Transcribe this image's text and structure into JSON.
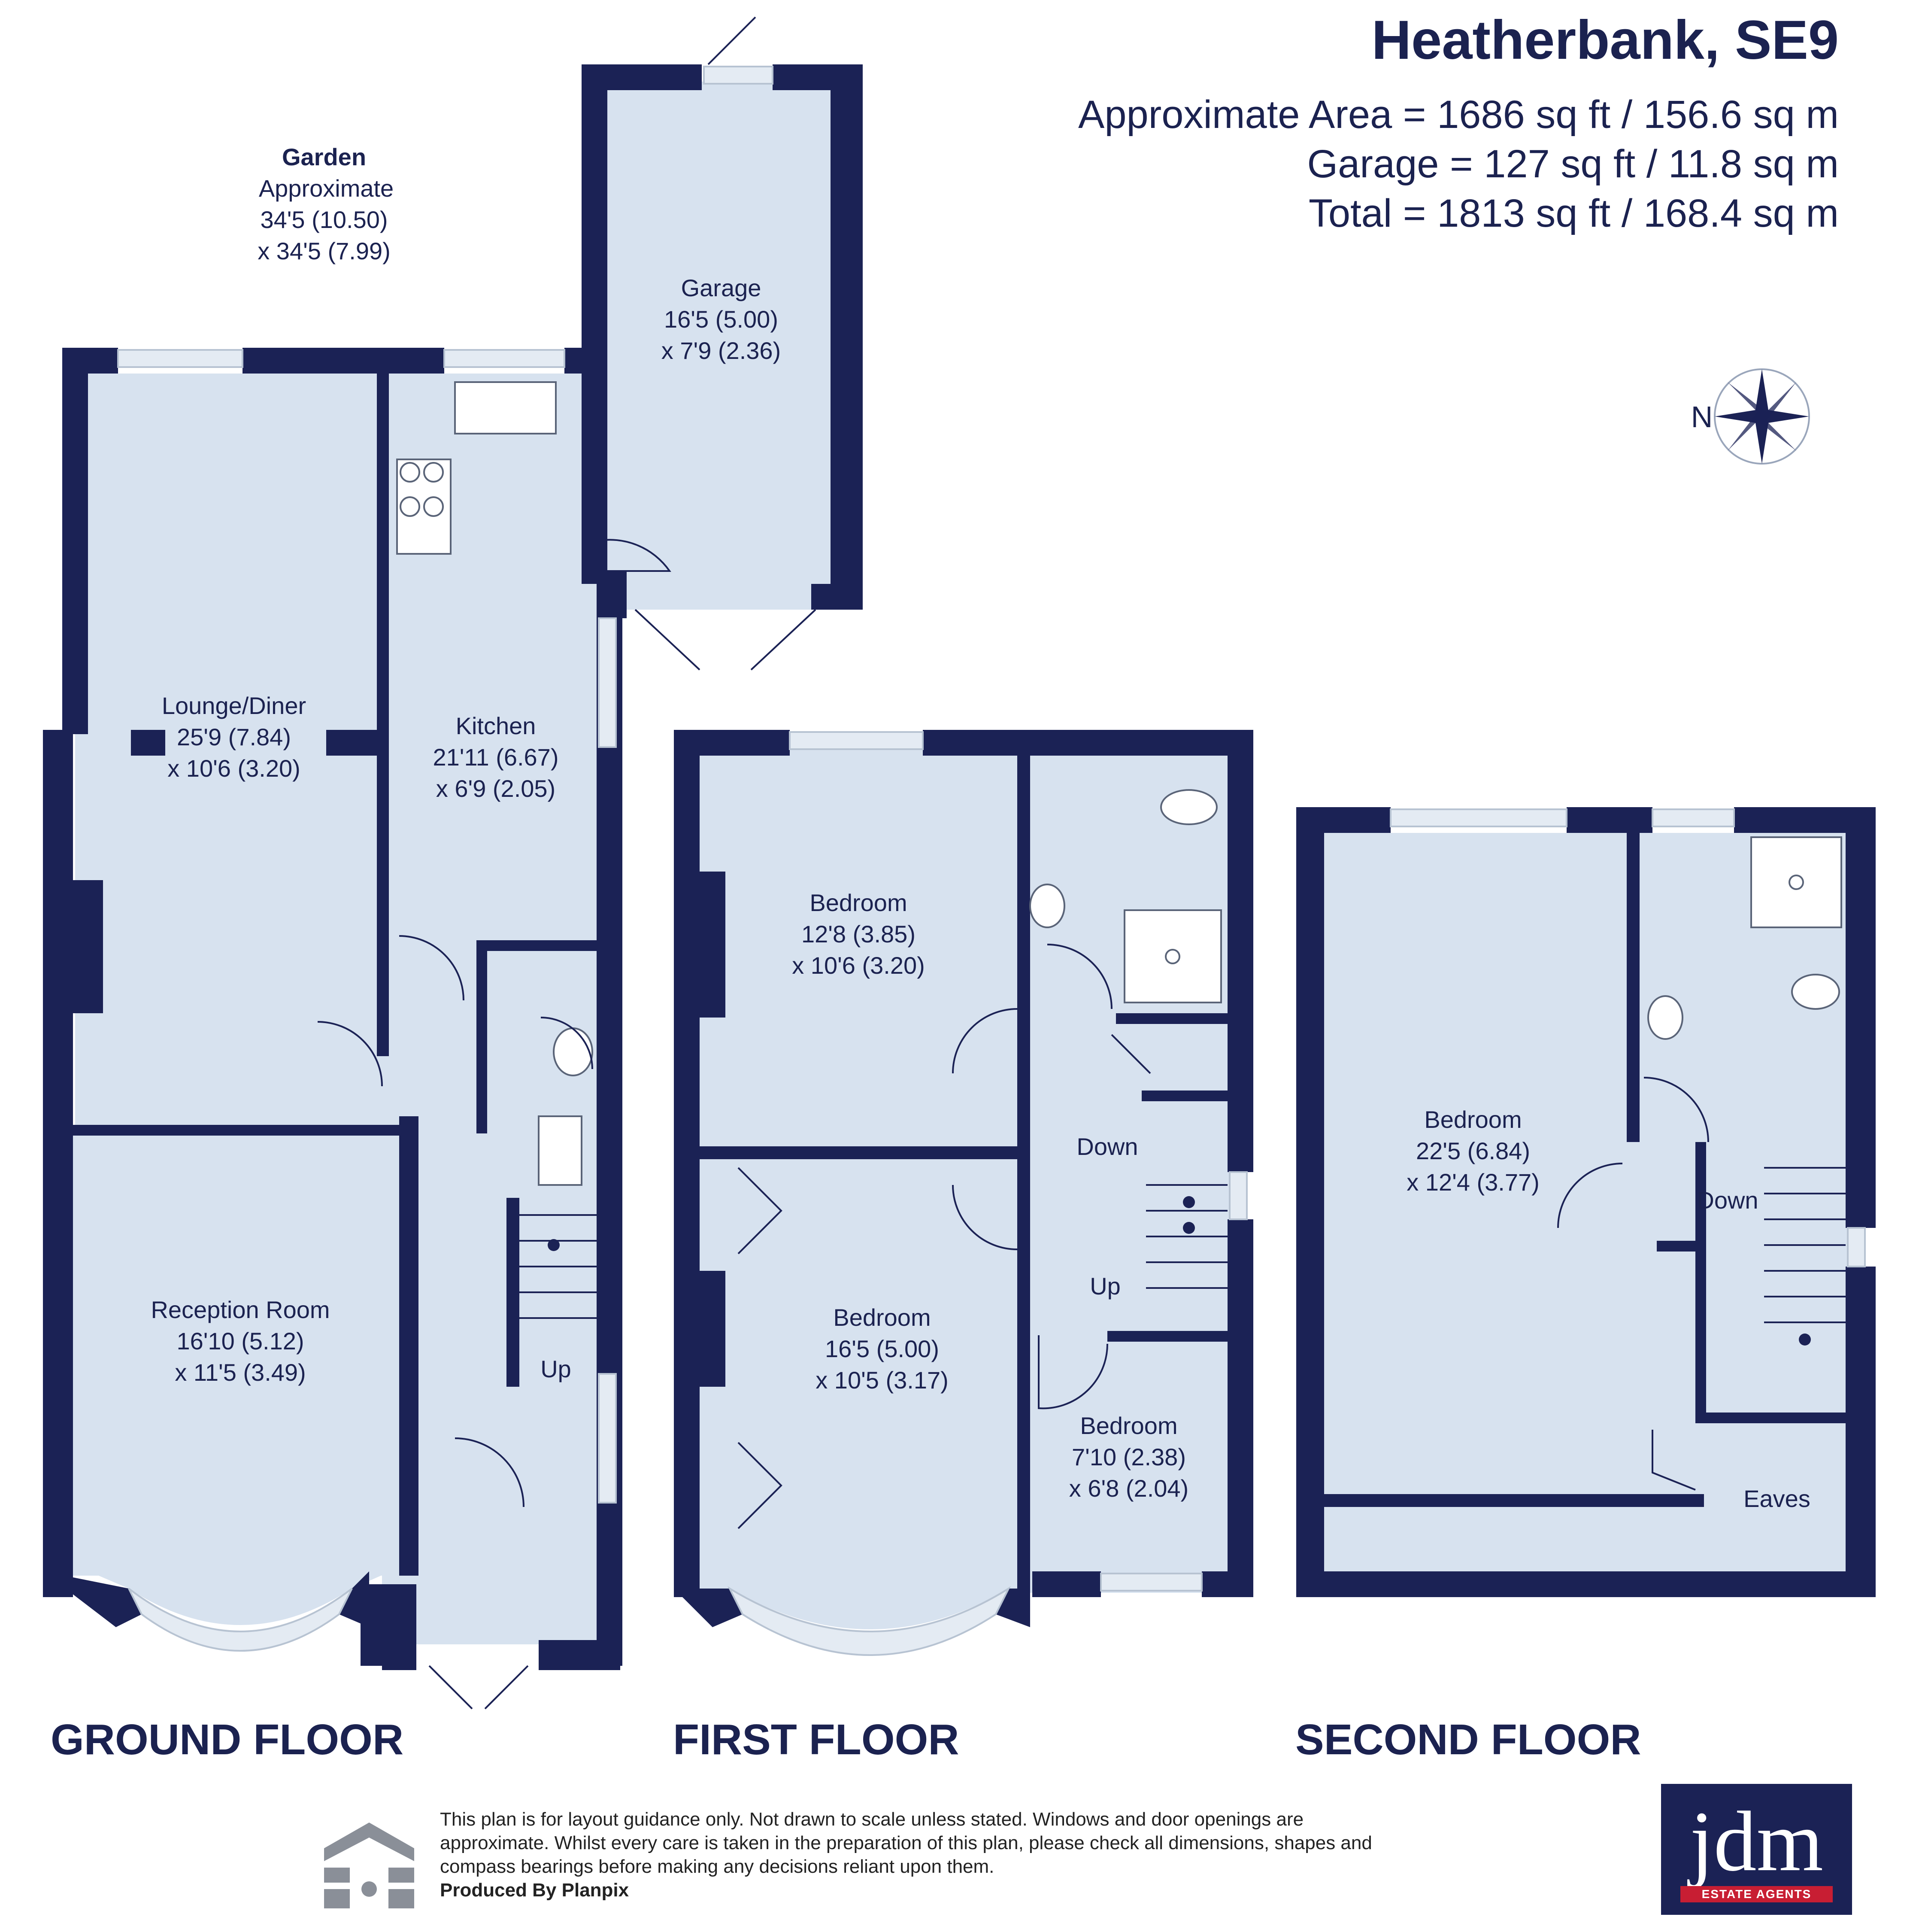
{
  "header": {
    "title": "Heatherbank, SE9",
    "area_lines": [
      "Approximate Area = 1686 sq ft / 156.6 sq m",
      "Garage = 127 sq ft / 11.8 sq m",
      "Total = 1813 sq ft / 168.4 sq m"
    ]
  },
  "compass": {
    "label": "N"
  },
  "floors": {
    "ground": {
      "name": "GROUND FLOOR",
      "garden": {
        "name": "Garden",
        "l1": "Approximate",
        "l2": "34'5 (10.50)",
        "l3": "x 34'5 (7.99)"
      },
      "garage": {
        "name": "Garage",
        "l1": "16'5 (5.00)",
        "l2": "x 7'9 (2.36)"
      },
      "lounge": {
        "name": "Lounge/Diner",
        "l1": "25'9 (7.84)",
        "l2": "x 10'6 (3.20)"
      },
      "kitchen": {
        "name": "Kitchen",
        "l1": "21'11 (6.67)",
        "l2": "x 6'9 (2.05)"
      },
      "reception": {
        "name": "Reception Room",
        "l1": "16'10 (5.12)",
        "l2": "x 11'5 (3.49)"
      },
      "stairs": "Up"
    },
    "first": {
      "name": "FIRST FLOOR",
      "bed1": {
        "name": "Bedroom",
        "l1": "12'8 (3.85)",
        "l2": "x 10'6 (3.20)"
      },
      "bed2": {
        "name": "Bedroom",
        "l1": "16'5 (5.00)",
        "l2": "x 10'5 (3.17)"
      },
      "bed3": {
        "name": "Bedroom",
        "l1": "7'10 (2.38)",
        "l2": "x 6'8 (2.04)"
      },
      "down": "Down",
      "up": "Up"
    },
    "second": {
      "name": "SECOND FLOOR",
      "bed": {
        "name": "Bedroom",
        "l1": "22'5 (6.84)",
        "l2": "x 12'4 (3.77)"
      },
      "down": "Down",
      "eaves": "Eaves"
    }
  },
  "footer": {
    "disclaimer": "This plan is for layout guidance only. Not drawn to scale unless stated. Windows and door openings are approximate. Whilst every care is taken in the preparation of this plan, please check all dimensions, shapes and compass bearings before making any decisions reliant upon them.",
    "produced_by": "Produced By Planpix",
    "logo_text": "jdm",
    "logo_sub": "ESTATE AGENTS"
  },
  "colors": {
    "wall": "#1b2255",
    "room": "#d7e2ef",
    "accent": "#c81e33"
  }
}
